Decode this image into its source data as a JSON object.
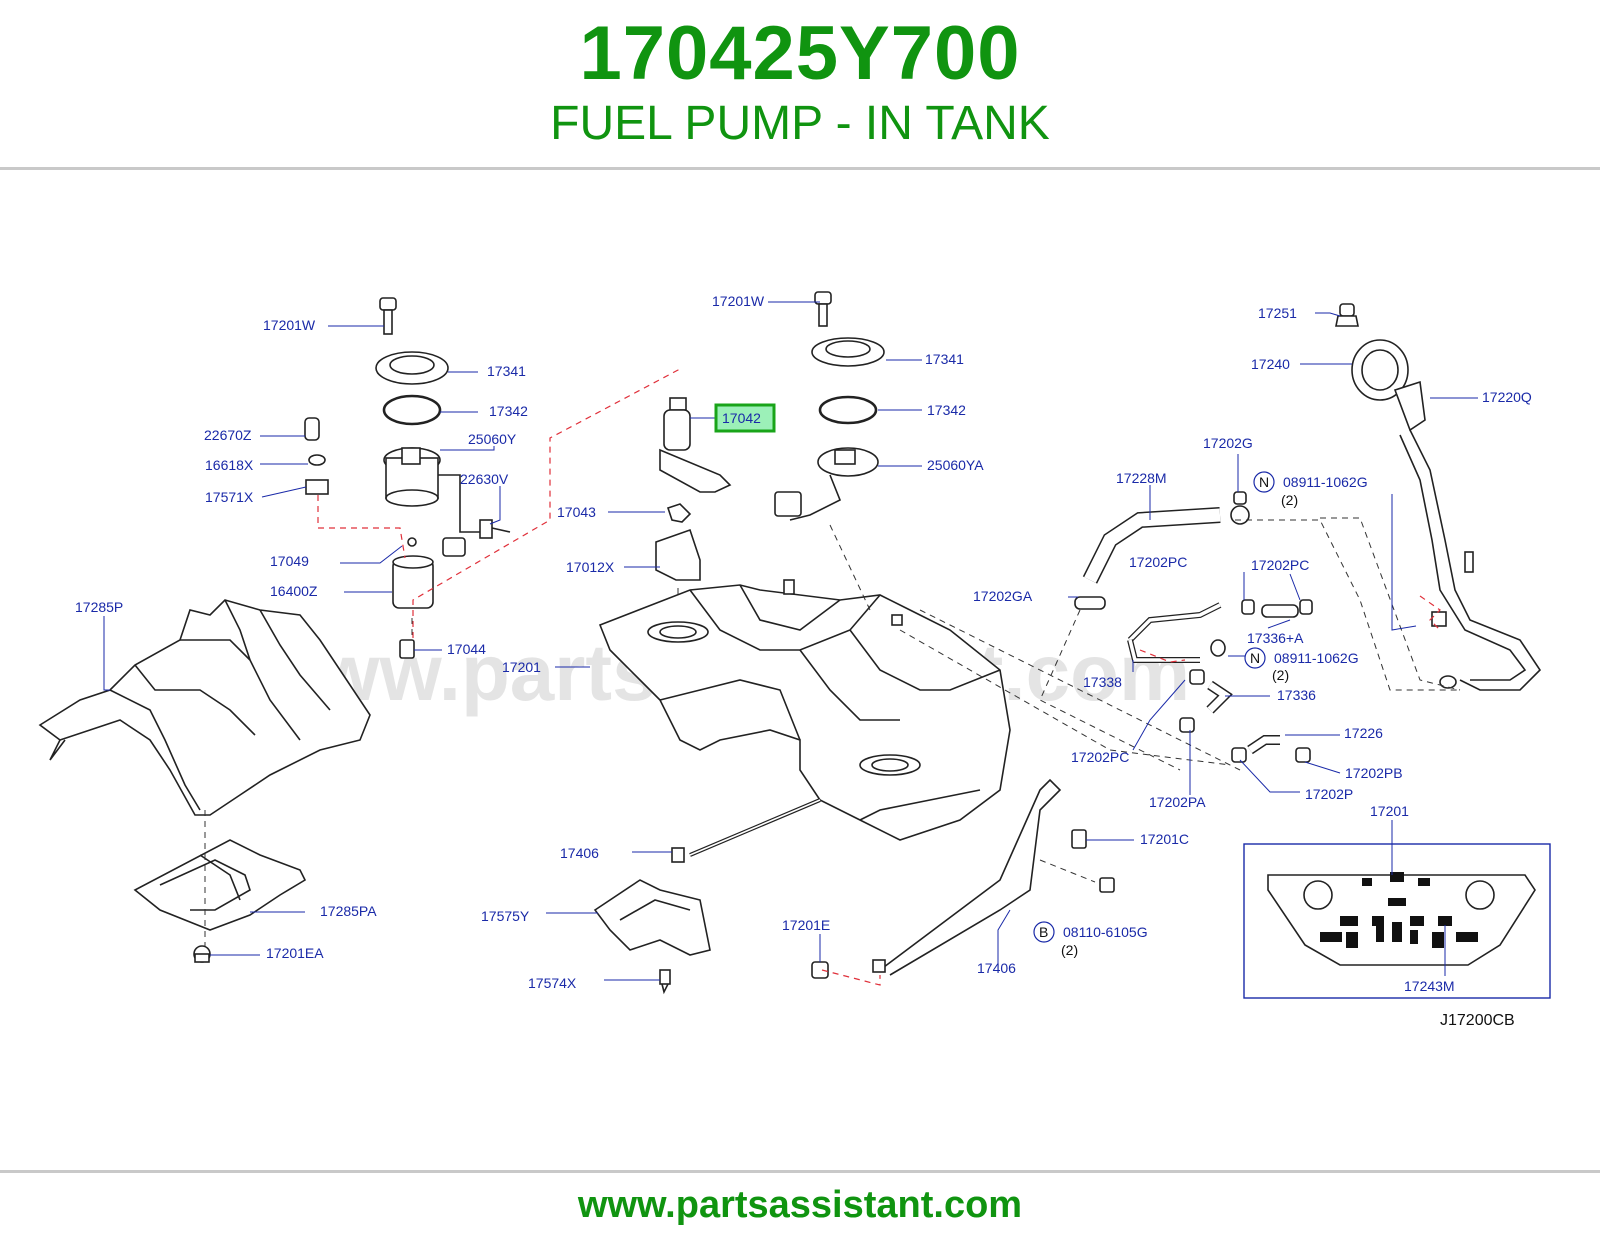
{
  "header": {
    "part_number": "170425Y700",
    "subtitle": "FUEL PUMP - IN TANK"
  },
  "diagram": {
    "watermark": "www.partsassistant.com",
    "highlighted_part": "17042",
    "callouts": {
      "c17201W_left": "17201W",
      "c17341_left": "17341",
      "c17342_left": "17342",
      "c22670Z": "22670Z",
      "c25060Y": "25060Y",
      "c16618X": "16618X",
      "c22630V": "22630V",
      "c17571X": "17571X",
      "c17049": "17049",
      "c16400Z": "16400Z",
      "c17285P": "17285P",
      "c17044": "17044",
      "c17201_left": "17201",
      "c17285PA": "17285PA",
      "c17201EA": "17201EA",
      "c17201W_mid": "17201W",
      "c17341_mid": "17341",
      "c17042": "17042",
      "c17342_mid": "17342",
      "c25060YA": "25060YA",
      "c17043": "17043",
      "c17012X": "17012X",
      "c17406_left": "17406",
      "c17575Y": "17575Y",
      "c17574X": "17574X",
      "c17201E": "17201E",
      "c17406_right": "17406",
      "c17201C": "17201C",
      "c08110": "08110-6105G",
      "c08110_qty": "(2)",
      "c17251": "17251",
      "c17240": "17240",
      "c17220Q": "17220Q",
      "c17202G": "17202G",
      "c08911_a": "08911-1062G",
      "c08911_a_qty": "(2)",
      "c17228M": "17228M",
      "c17202PC_a": "17202PC",
      "c17202PC_b": "17202PC",
      "c17202GA": "17202GA",
      "c17336A": "17336+A",
      "c08911_b": "08911-1062G",
      "c08911_b_qty": "(2)",
      "c17338": "17338",
      "c17336": "17336",
      "c17202PC_c": "17202PC",
      "c17226": "17226",
      "c17202PB": "17202PB",
      "c17202P": "17202P",
      "c17202PA": "17202PA",
      "c17201_inset": "17201",
      "c17243M": "17243M",
      "ref_code": "J17200CB",
      "badge_N": "N",
      "badge_B": "B"
    }
  },
  "colors": {
    "brand_green": "#109410",
    "callout_blue": "#1a2aa8",
    "highlight_fill": "#9cf0b8",
    "highlight_border": "#19a419"
  },
  "footer": {
    "url": "www.partsassistant.com"
  }
}
